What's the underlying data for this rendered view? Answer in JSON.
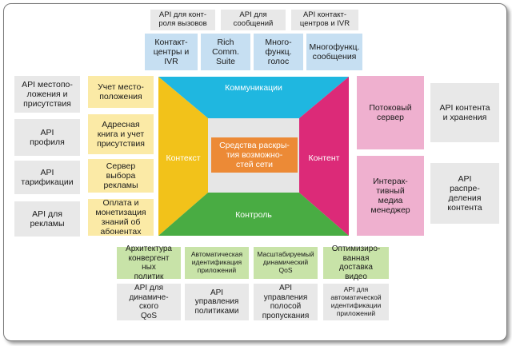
{
  "top_api": [
    "API для конт-\nроля вызовов",
    "API для\nсообщений",
    "API контакт-\nцентров и IVR"
  ],
  "top_services": [
    "Контакт-\nцентры и\nIVR",
    "Rich\nComm.\nSuite",
    "Много-\nфункц.\nголос",
    "Многофункц.\nсообщения"
  ],
  "left_api": [
    "API местопо-\nложения и\nприсутствия",
    "API\nпрофиля",
    "API\nтарификации",
    "API для\nрекламы"
  ],
  "left_services": [
    "Учет место-\nположения",
    "Адресная\nкнига и учет\nприсутствия",
    "Сервер\nвыбора\nрекламы",
    "Оплата и\nмонетизация\nзнаний об\nабонентах"
  ],
  "right_services": [
    "Потоковый\nсервер",
    "Интерак-\nтивный\nмедиа\nменеджер"
  ],
  "right_api": [
    "API контента\nи хранения",
    "API\nраспре-\nделения\nконтента"
  ],
  "bottom_services": [
    "Архитектура\nконвергент\nных\nполитик",
    "Автоматическая\nидентификация\nприложений",
    "Масштабируемый\nдинамический\nQoS",
    "Оптимизиро-\nванная\nдоставка\nвидео"
  ],
  "bottom_api": [
    "API для\nдинамиче-\nского\nQoS",
    "API\nуправления\nполитиками",
    "API\nуправления\nполосой\nпропускания",
    "API для\nавтоматической\nидентификации\nприложений"
  ],
  "center": {
    "top": "Коммуникации",
    "left": "Контекст",
    "right": "Контент",
    "bottom": "Контроль",
    "core": "Средства раскры-\nтия возможно-\nстей сети"
  },
  "colors": {
    "top_panel": "#1fb7e0",
    "left_panel": "#f2c21a",
    "right_panel": "#dc2a78",
    "bottom_panel": "#49ac43",
    "core": "#ec8a36"
  }
}
